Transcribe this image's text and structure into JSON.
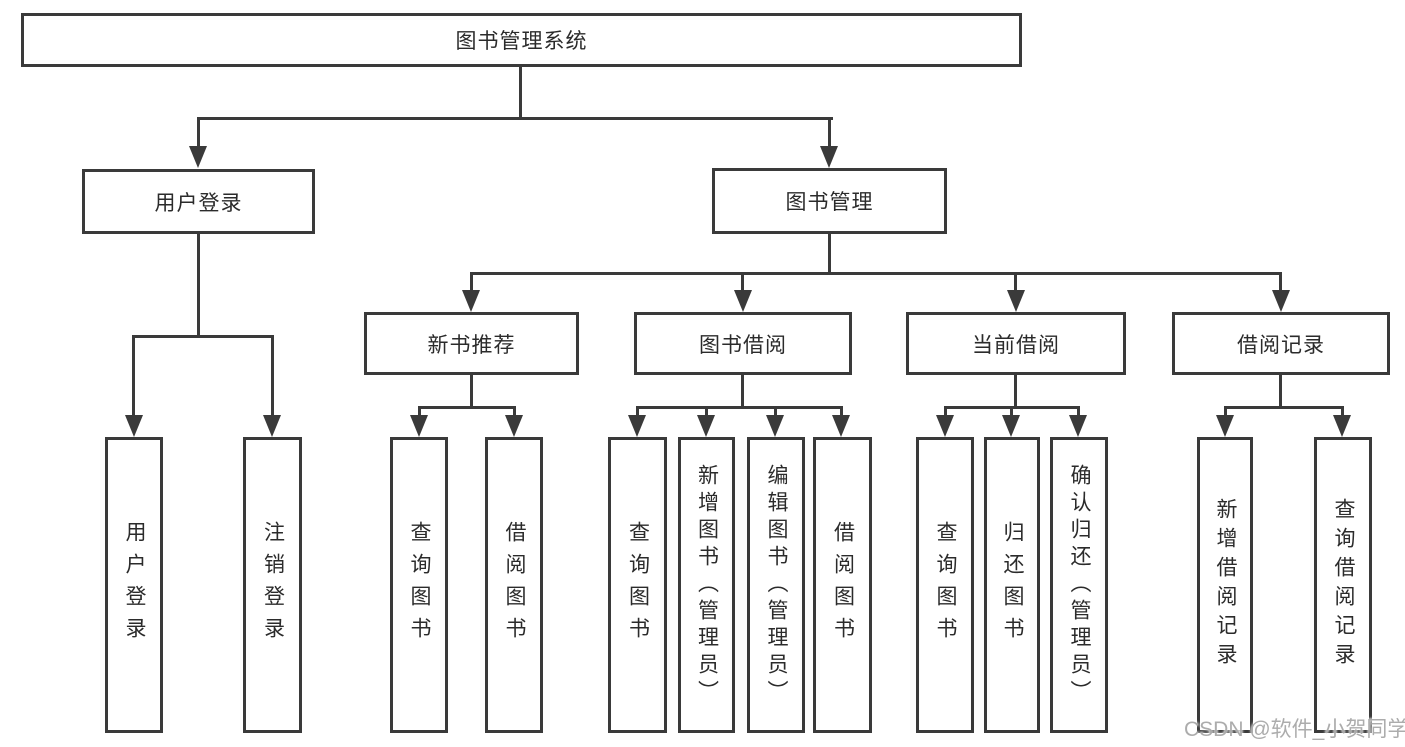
{
  "diagram": {
    "title": "图书管理系统",
    "type": "tree-diagram",
    "colors": {
      "line": "#3a3a3a",
      "text": "#2b2b2b",
      "background": "#ffffff",
      "watermark": "#a8a8a8"
    },
    "tree": {
      "root": {
        "label": "图书管理系统"
      },
      "level2": [
        {
          "label": "用户登录"
        },
        {
          "label": "图书管理"
        }
      ],
      "level3": [
        {
          "label": "新书推荐"
        },
        {
          "label": "图书借阅"
        },
        {
          "label": "当前借阅"
        },
        {
          "label": "借阅记录"
        }
      ],
      "leaves": {
        "user_login": [
          {
            "label": "用户登录"
          },
          {
            "label": "注销登录"
          }
        ],
        "new_book_recommend": [
          {
            "label": "查询图书"
          },
          {
            "label": "借阅图书"
          }
        ],
        "book_borrow": [
          {
            "label": "查询图书"
          },
          {
            "label": "新增图书（管理员）"
          },
          {
            "label": "编辑图书（管理员）"
          },
          {
            "label": "借阅图书"
          }
        ],
        "current_borrow": [
          {
            "label": "查询图书"
          },
          {
            "label": "归还图书"
          },
          {
            "label": "确认归还（管理员）"
          }
        ],
        "borrow_record": [
          {
            "label": "新增借阅记录"
          },
          {
            "label": "查询借阅记录"
          }
        ]
      }
    },
    "watermark": "CSDN @软件_小贺同学"
  }
}
